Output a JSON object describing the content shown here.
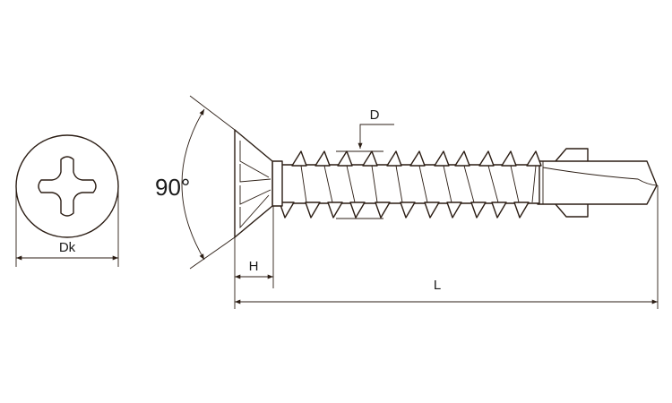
{
  "labels": {
    "angle": "90°",
    "head_diameter": "Dk",
    "head_height": "H",
    "length": "L",
    "thread_diameter": "D"
  },
  "colors": {
    "line": "#2b1d14",
    "background": "#ffffff"
  }
}
